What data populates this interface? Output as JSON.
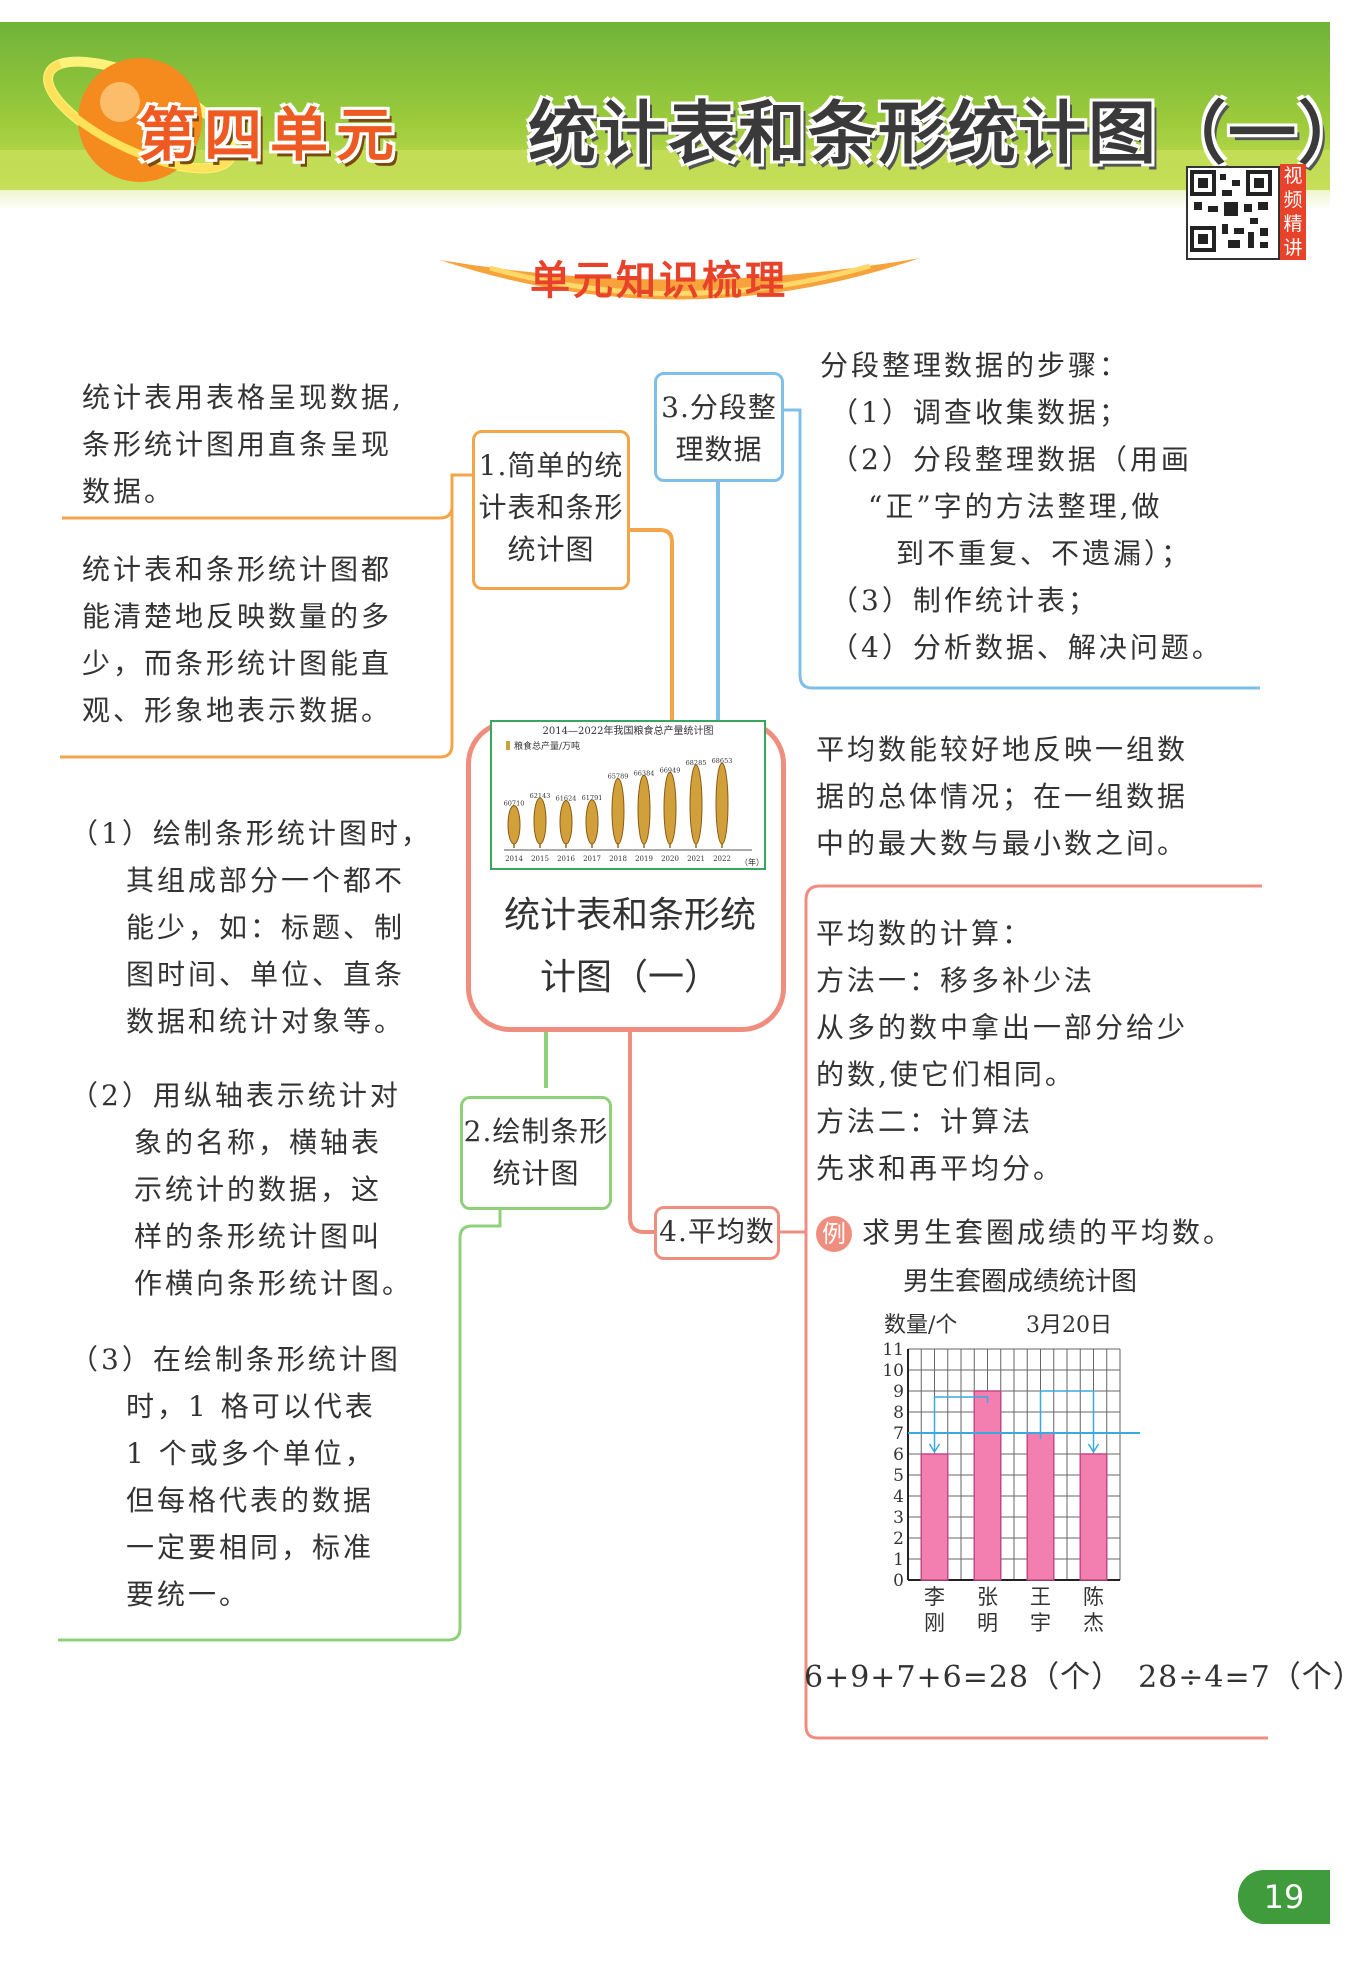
{
  "header": {
    "unit": "第四单元",
    "title": "统计表和条形统计图（一）",
    "qr_label": "视频精讲",
    "section": "单元知识梳理"
  },
  "center": {
    "title": "统计表和条形统计图（一）"
  },
  "branches": {
    "b1": {
      "label": "1.简单的统计表和条形统计图"
    },
    "b2": {
      "label": "2.绘制条形统计图"
    },
    "b3": {
      "label": "3.分段整理数据"
    },
    "b4": {
      "label": "4.平均数"
    }
  },
  "notes": {
    "n1": [
      "统计表用表格呈现数据,",
      "条形统计图用直条呈现",
      "数据。"
    ],
    "n2": [
      "统计表和条形统计图都",
      "能清楚地反映数量的多",
      "少，而条形统计图能直",
      "观、形象地表示数据。"
    ],
    "n3": [
      "（1）绘制条形统计图时，",
      "其组成部分一个都不",
      "能少，如：标题、制",
      "图时间、单位、直条",
      "数据和统计对象等。"
    ],
    "n4": [
      "（2）用纵轴表示统计对",
      "象的名称，横轴表",
      "示统计的数据，这",
      "样的条形统计图叫",
      "作横向条形统计图。"
    ],
    "n5": [
      "（3）在绘制条形统计图",
      "时，1 格可以代表",
      "1 个或多个单位，",
      "但每格代表的数据",
      "一定要相同，标准",
      "要统一。"
    ],
    "n6": [
      "分段整理数据的步骤：",
      "（1）调查收集数据；",
      "（2）分段整理数据（用画",
      "“正”字的方法整理,做",
      "到不重复、不遗漏）；",
      "（3）制作统计表；",
      "（4）分析数据、解决问题。"
    ],
    "n7": [
      "平均数能较好地反映一组数",
      "据的总体情况；在一组数据",
      "中的最大数与最小数之间。"
    ],
    "n8": [
      "平均数的计算：",
      "方法一：移多补少法",
      "从多的数中拿出一部分给少",
      "的数,使它们相同。",
      "方法二：计算法",
      "先求和再平均分。"
    ]
  },
  "example": {
    "badge": "例",
    "text": "求男生套圈成绩的平均数。",
    "formula": "6+9+7+6=28（个）　28÷4=7（个）"
  },
  "colors": {
    "orange": "#f3a54a",
    "blue": "#7fc0e8",
    "green": "#8fd07a",
    "pink": "#ef8e7e",
    "bar": "#f27fb0"
  },
  "chart_data": [
    {
      "type": "bar",
      "title": "2014—2022年我国粮食总产量统计图",
      "legend": "粮食总产量/万吨",
      "categories": [
        "2014",
        "2015",
        "2016",
        "2017",
        "2018",
        "2019",
        "2020",
        "2021",
        "2022"
      ],
      "xunit": "（年）",
      "values": [
        60710,
        62143,
        61624,
        61791,
        65789,
        66384,
        66949,
        68285,
        68653
      ]
    },
    {
      "type": "bar",
      "title": "男生套圈成绩统计图",
      "ylabel": "数量/个",
      "date": "3月20日",
      "categories": [
        "李刚",
        "张明",
        "王宇",
        "陈杰"
      ],
      "values": [
        6,
        9,
        7,
        6
      ],
      "ylim": [
        0,
        11
      ],
      "yticks": [
        0,
        1,
        2,
        3,
        4,
        5,
        6,
        7,
        8,
        9,
        10,
        11
      ],
      "average": 7
    }
  ],
  "page": {
    "number": "19"
  }
}
